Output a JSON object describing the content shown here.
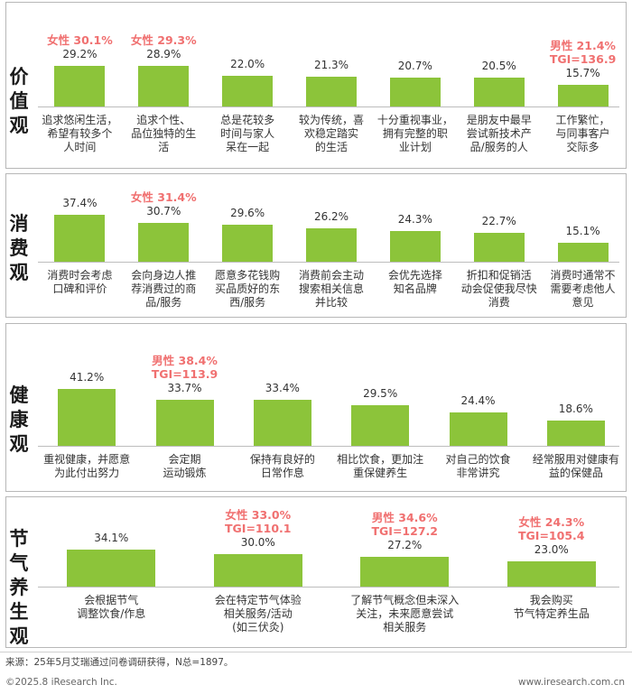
{
  "source": "来源：25年5月艾瑞通过问卷调研获得，N总=1897。",
  "copyright": "©2025.8 iResearch Inc.",
  "website": "www.iresearch.com.cn",
  "colors": {
    "bar": "#8cc43a",
    "callout": "#f07070"
  },
  "chart_data": [
    {
      "type": "bar",
      "section": "价值观",
      "categories": [
        "追求悠闲生活，希望有较多个人时间",
        "追求个性、品位独特的生活",
        "总是花较多时间与家人呆在一起",
        "较为传统，喜欢稳定踏实的生活",
        "十分重视事业，拥有完整的职业计划",
        "是朋友中最早尝试新技术产品/服务的人",
        "工作繁忙，与同事客户交际多"
      ],
      "category_lines": [
        [
          "追求悠闲生活，",
          "希望有较多个",
          "人时间"
        ],
        [
          "追求个性、",
          "品位独特的生",
          "活"
        ],
        [
          "总是花较多",
          "时间与家人",
          "呆在一起"
        ],
        [
          "较为传统，喜",
          "欢稳定踏实",
          "的生活"
        ],
        [
          "十分重视事业，",
          "拥有完整的职",
          "业计划"
        ],
        [
          "是朋友中最早",
          "尝试新技术产",
          "品/服务的人"
        ],
        [
          "工作繁忙，",
          "与同事客户",
          "交际多"
        ]
      ],
      "values": [
        29.2,
        28.9,
        22.0,
        21.3,
        20.7,
        20.5,
        15.7
      ],
      "value_labels": [
        "29.2%",
        "28.9%",
        "22.0%",
        "21.3%",
        "20.7%",
        "20.5%",
        "15.7%"
      ],
      "callouts": [
        [
          "女性 30.1%"
        ],
        [
          "女性 29.3%"
        ],
        [],
        [],
        [],
        [],
        [
          "男性 21.4%",
          "TGI=136.9"
        ]
      ]
    },
    {
      "type": "bar",
      "section": "消费观",
      "categories": [
        "消费时会考虑口碑和评价",
        "会向身边人推荐消费过的商品/服务",
        "愿意多花钱购买品质好的东西/服务",
        "消费前会主动搜索相关信息并比较",
        "会优先选择知名品牌",
        "折扣和促销活动会促使我尽快消费",
        "消费时通常不需要考虑他人意见"
      ],
      "category_lines": [
        [
          "消费时会考虑",
          "口碑和评价"
        ],
        [
          "会向身边人推",
          "荐消费过的商",
          "品/服务"
        ],
        [
          "愿意多花钱购",
          "买品质好的东",
          "西/服务"
        ],
        [
          "消费前会主动",
          "搜索相关信息",
          "并比较"
        ],
        [
          "会优先选择",
          "知名品牌"
        ],
        [
          "折扣和促销活",
          "动会促使我尽快",
          "消费"
        ],
        [
          "消费时通常不",
          "需要考虑他人",
          "意见"
        ]
      ],
      "values": [
        37.4,
        30.7,
        29.6,
        26.2,
        24.3,
        22.7,
        15.1
      ],
      "value_labels": [
        "37.4%",
        "30.7%",
        "29.6%",
        "26.2%",
        "24.3%",
        "22.7%",
        "15.1%"
      ],
      "callouts": [
        [],
        [
          "女性 31.4%"
        ],
        [],
        [],
        [],
        [],
        []
      ]
    },
    {
      "type": "bar",
      "section": "健康观",
      "categories": [
        "重视健康，并愿意为此付出努力",
        "会定期运动锻炼",
        "保持有良好的日常作息",
        "相比饮食，更加注重保健养生",
        "对自己的饮食非常讲究",
        "经常服用对健康有益的保健品"
      ],
      "category_lines": [
        [
          "重视健康，并愿意",
          "为此付出努力"
        ],
        [
          "会定期",
          "运动锻炼"
        ],
        [
          "保持有良好的",
          "日常作息"
        ],
        [
          "相比饮食，更加注",
          "重保健养生"
        ],
        [
          "对自己的饮食",
          "非常讲究"
        ],
        [
          "经常服用对健康有",
          "益的保健品"
        ]
      ],
      "values": [
        41.2,
        33.7,
        33.4,
        29.5,
        24.4,
        18.6
      ],
      "value_labels": [
        "41.2%",
        "33.7%",
        "33.4%",
        "29.5%",
        "24.4%",
        "18.6%"
      ],
      "callouts": [
        [],
        [
          "男性 38.4%",
          "TGI=113.9"
        ],
        [],
        [],
        [],
        []
      ]
    },
    {
      "type": "bar",
      "section": "节气养生观",
      "categories": [
        "会根据节气调整饮食/作息",
        "会在特定节气体验相关服务/活动(如三伏灸)",
        "了解节气概念但未深入关注，未来愿意尝试相关服务",
        "我会购买节气特定养生品"
      ],
      "category_lines": [
        [
          "会根据节气",
          "调整饮食/作息"
        ],
        [
          "会在特定节气体验",
          "相关服务/活动",
          "(如三伏灸)"
        ],
        [
          "了解节气概念但未深入",
          "关注，未来愿意尝试",
          "相关服务"
        ],
        [
          "我会购买",
          "节气特定养生品"
        ]
      ],
      "values": [
        34.1,
        30.0,
        27.2,
        23.0
      ],
      "value_labels": [
        "34.1%",
        "30.0%",
        "27.2%",
        "23.0%"
      ],
      "callouts": [
        [],
        [
          "女性 33.0%",
          "TGI=110.1"
        ],
        [
          "男性 34.6%",
          "TGI=127.2"
        ],
        [
          "女性 24.3%",
          "TGI=105.4"
        ]
      ]
    }
  ]
}
